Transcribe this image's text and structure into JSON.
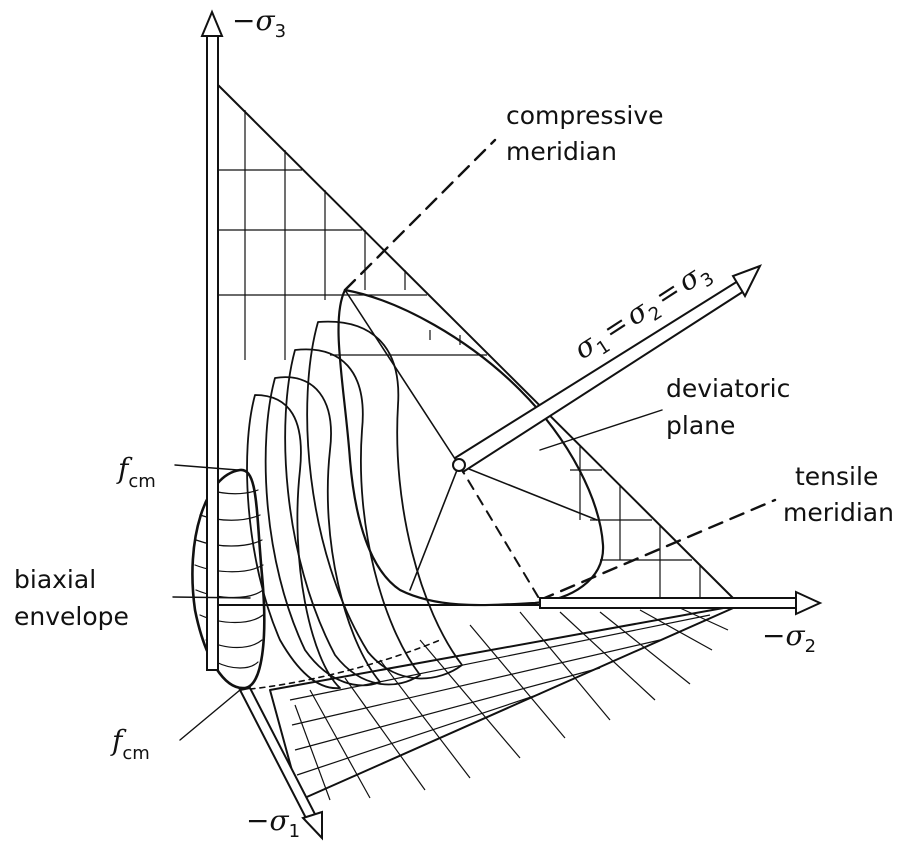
{
  "axes": {
    "sigma3": {
      "prefix": "−",
      "symbol": "σ",
      "subscript": "3"
    },
    "sigma2": {
      "prefix": "−",
      "symbol": "σ",
      "subscript": "2"
    },
    "sigma1": {
      "prefix": "−",
      "symbol": "σ",
      "subscript": "1"
    }
  },
  "hydrostatic_axis": {
    "s1": "σ",
    "n1": "1",
    "eq1": "=",
    "s2": "σ",
    "n2": "2",
    "eq2": "=",
    "s3": "σ",
    "n3": "3"
  },
  "labels": {
    "compressive_meridian": [
      "compressive",
      "meridian"
    ],
    "deviatoric_plane": [
      "deviatoric",
      "plane"
    ],
    "tensile_meridian": [
      "tensile",
      "meridian"
    ],
    "biaxial_envelope": [
      "biaxial",
      "envelope"
    ],
    "fcm_upper": {
      "symbol": "f",
      "subscript": "cm"
    },
    "fcm_lower": {
      "symbol": "f",
      "subscript": "cm"
    }
  },
  "colors": {
    "ink": "#111111",
    "background": "#ffffff"
  }
}
